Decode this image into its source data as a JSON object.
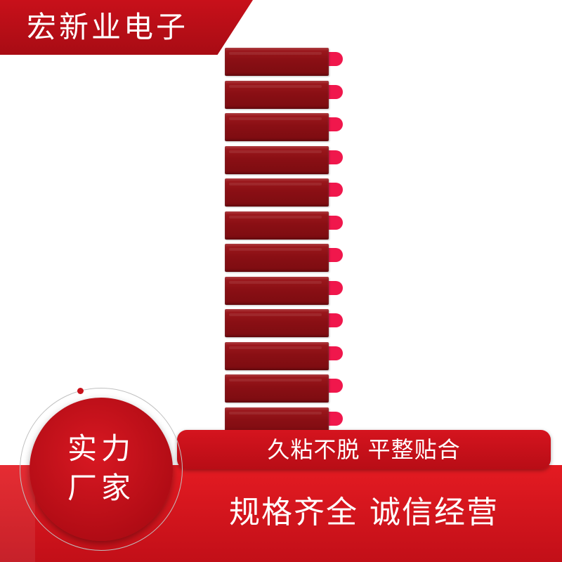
{
  "brand": {
    "name": "宏新业电子"
  },
  "badge": {
    "line1": "实力",
    "line2": "厂家"
  },
  "features": {
    "line1": "久粘不脱 平整贴合",
    "line2": "规格齐全 诚信经营"
  },
  "product": {
    "piece_count": 12,
    "body_color": "#8a0f14",
    "tab_color": "#f0174c"
  },
  "colors": {
    "brand_red": "#c8101a",
    "band_red": "#e41b22"
  }
}
